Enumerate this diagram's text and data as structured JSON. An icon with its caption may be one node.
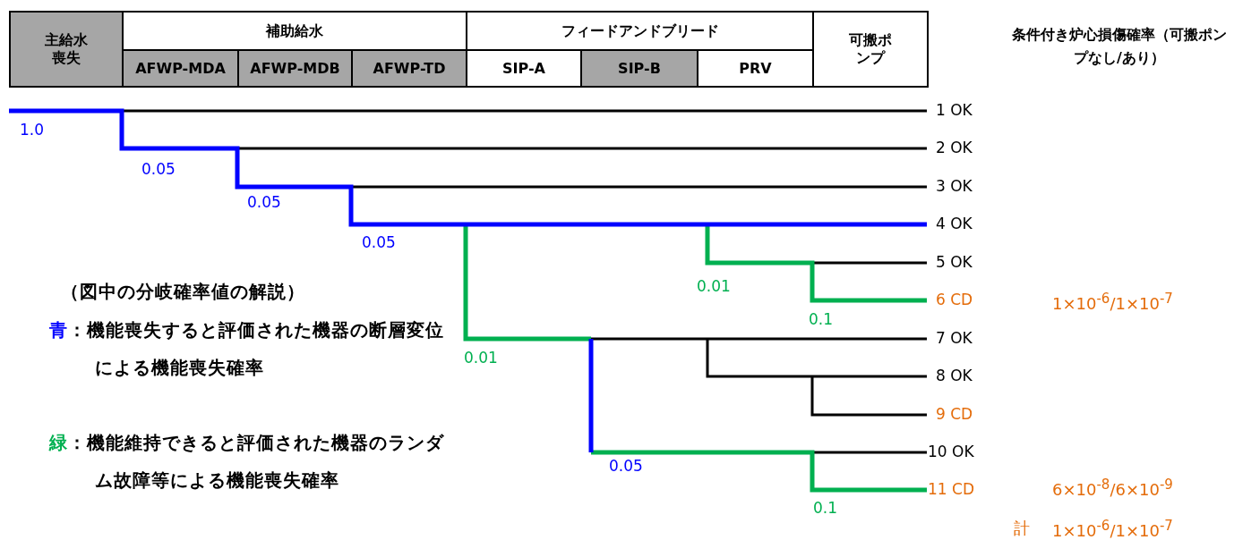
{
  "diagram": {
    "nodes": [
      {
        "text": [
          "主給水喪失"
        ]
      },
      {
        "text": [
          "補助給水"
        ]
      },
      {
        "text": [
          "AFWP-MDA"
        ]
      },
      {
        "text": [
          "AFWP-MDB"
        ]
      },
      {
        "text": [
          "AFWP-TD"
        ]
      },
      {
        "text": [
          "フィードアンドブリード"
        ]
      },
      {
        "text": [
          "SIP-A"
        ]
      },
      {
        "text": [
          "SIP-B"
        ]
      },
      {
        "text": [
          "PRV"
        ]
      },
      {
        "text": [
          "可搬ポンプ"
        ]
      }
    ],
    "labels": [
      "条件付き炉心損傷確率（可搬ポンプなし/あり）",
      "1 OK",
      "1.0",
      "2 OK",
      "0.05",
      "3 OK",
      "0.05",
      "4 OK",
      "0.05",
      "5 OK",
      "0.01",
      "（図中の分岐確率値の解説）",
      "6 CD",
      "1×10$^{-6}$/1×10$^{-7}$",
      "0.1",
      "7 OK",
      "0.01",
      "8 OK",
      "9 CD",
      "10 OK",
      "0.05",
      "11 CD",
      "6×10$^{-8}$/6×10$^{-9}$",
      "0.1",
      "計",
      "1×10$^{-6}$/1×10$^{-7}$"
    ],
    "legend": [
      {
        "text": "青：機能喪失すると評価された機器の断層変位による機能喪失確率",
        "color": "#0000ff"
      },
      {
        "text": "緑：機能維持できると評価された機器のランダム故障等による機能喪失確率",
        "color": "#00b050"
      }
    ]
  }
}
